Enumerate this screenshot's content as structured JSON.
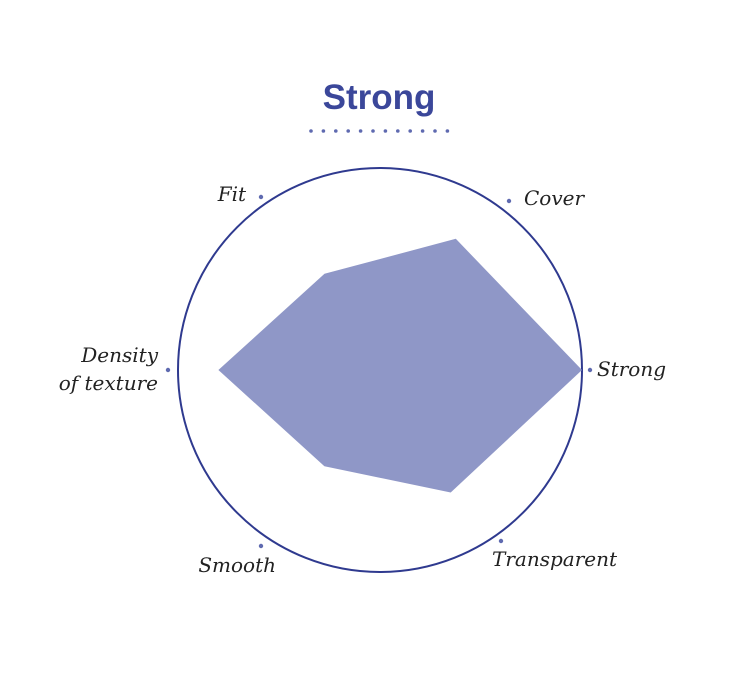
{
  "colors": {
    "title": "#3b479a",
    "circle": "#2f3a8f",
    "fill": "#8f97c7",
    "dots": "#5f6ab0"
  },
  "chart_data": {
    "type": "radar",
    "title": "Strong",
    "axes": [
      "Strong",
      "Cover",
      "Fit",
      "Density of texture",
      "Smooth",
      "Transparent"
    ],
    "values": [
      1.0,
      0.75,
      0.55,
      0.8,
      0.55,
      0.7
    ],
    "range": [
      0,
      1
    ],
    "grid": false,
    "legend": "none"
  }
}
